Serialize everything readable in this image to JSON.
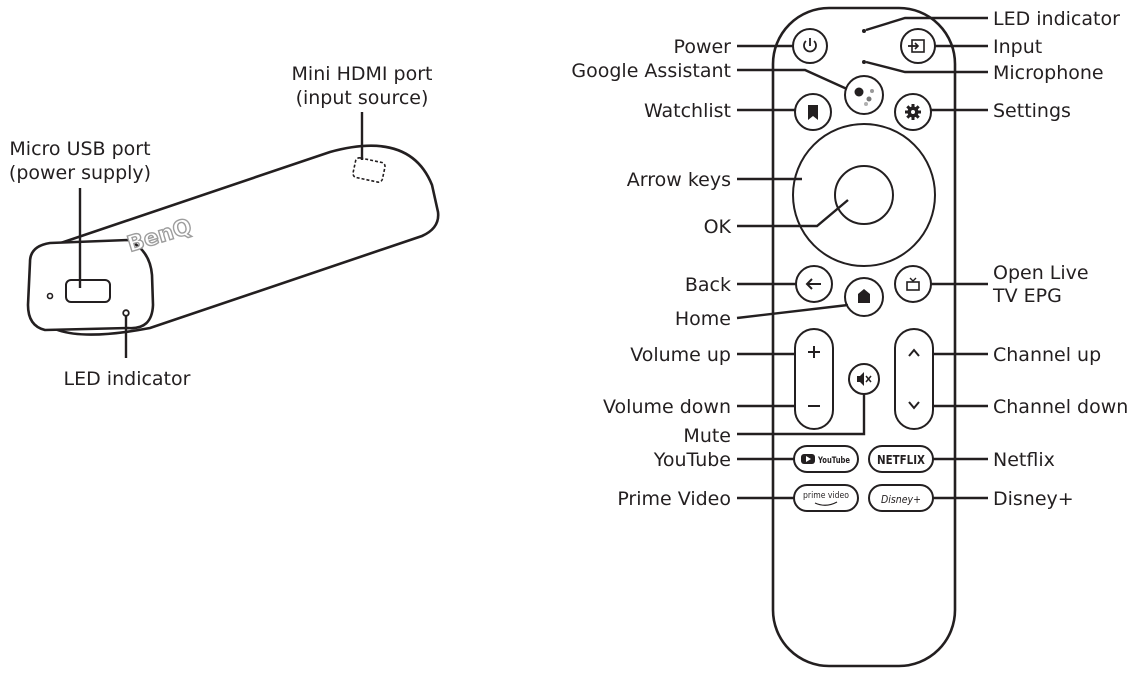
{
  "stick": {
    "brand": "BenQ",
    "labels": {
      "hdmi_line1": "Mini HDMI port",
      "hdmi_line2": "(input source)",
      "usb_line1": "Micro USB port",
      "usb_line2": "(power supply)",
      "led": "LED indicator"
    }
  },
  "remote": {
    "labels": {
      "led": "LED indicator",
      "power": "Power",
      "input": "Input",
      "google_assistant": "Google Assistant",
      "microphone": "Microphone",
      "watchlist": "Watchlist",
      "settings": "Settings",
      "arrow_keys": "Arrow keys",
      "ok": "OK",
      "back": "Back",
      "open_live_line1": "Open Live",
      "open_live_line2": "TV EPG",
      "home": "Home",
      "volume_up": "Volume up",
      "channel_up": "Channel up",
      "volume_down": "Volume down",
      "channel_down": "Channel down",
      "mute": "Mute",
      "youtube": "YouTube",
      "netflix": "Netflix",
      "prime_video": "Prime Video",
      "disney_plus": "Disney+"
    },
    "app_buttons": {
      "youtube": "YouTube",
      "netflix": "NETFLIX",
      "prime_video": "prime video",
      "disney_plus": "Disney+"
    }
  },
  "colors": {
    "ink": "#231f20",
    "background": "#ffffff"
  }
}
